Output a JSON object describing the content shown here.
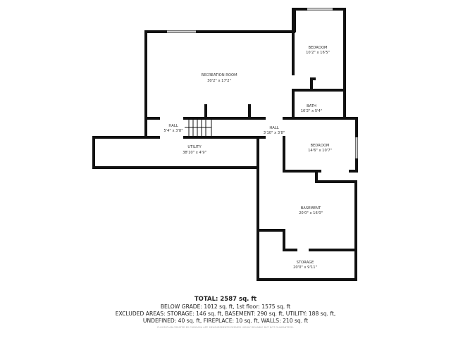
{
  "rooms": [
    {
      "name": "RECREATION ROOM",
      "size": "30'2\" x 17'2\""
    },
    {
      "name": "BEDROOM",
      "size": "10'2\" x 16'5\""
    },
    {
      "name": "BATH",
      "size": "10'2\" x 5'4\""
    },
    {
      "name": "HALL",
      "size": "5'4\" x 3'8\""
    },
    {
      "name": "HALL",
      "size": "3'10\" x 3'8\""
    },
    {
      "name": "BEDROOM",
      "size": "14'6\" x 10'7\""
    },
    {
      "name": "UTILITY",
      "size": "38'10\" x 4'9\""
    },
    {
      "name": "BASEMENT",
      "size": "20'0\" x 16'0\""
    },
    {
      "name": "STORAGE",
      "size": "20'0\" x 9'11\""
    }
  ],
  "summary": {
    "total": "TOTAL: 2587 sq. ft",
    "line1": "BELOW GRADE: 1012 sq. ft, 1st floor: 1575 sq. ft",
    "line2": "EXCLUDED AREAS: STORAGE: 146 sq. ft, BASEMENT: 290 sq. ft, UTILITY: 188 sq. ft,",
    "line3": "UNDEFINED: 40 sq. ft, FIREPLACE: 10 sq. ft, WALLS: 210 sq. ft",
    "disclaimer": "FLOOR PLAN CREATED BY CUBICASA APP. MEASUREMENTS DEEMED HIGHLY RELIABLE BUT NOT GUARANTEED."
  }
}
